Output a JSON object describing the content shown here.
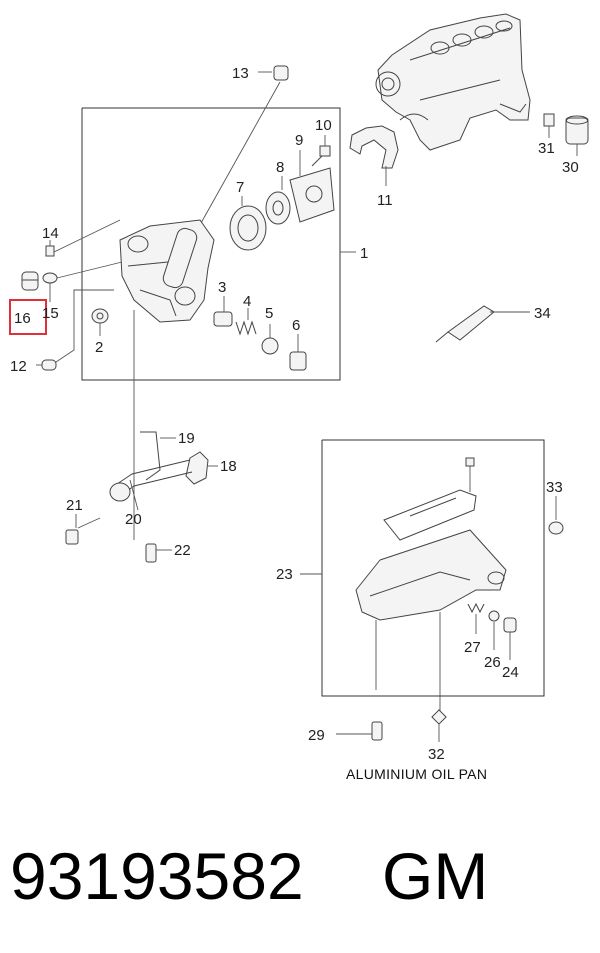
{
  "diagram": {
    "callouts": {
      "c1": "1",
      "c2": "2",
      "c3": "3",
      "c4": "4",
      "c5": "5",
      "c6": "6",
      "c7": "7",
      "c8": "8",
      "c9": "9",
      "c10": "10",
      "c11": "11",
      "c12": "12",
      "c13": "13",
      "c14": "14",
      "c15": "15",
      "c16": "16",
      "c18": "18",
      "c19": "19",
      "c20": "20",
      "c21": "21",
      "c22": "22",
      "c23": "23",
      "c24": "24",
      "c26": "26",
      "c27": "27",
      "c29": "29",
      "c30": "30",
      "c31": "31",
      "c32": "32",
      "c33": "33",
      "c34": "34"
    },
    "highlighted_callout": "16",
    "highlight_color": "#e0303a",
    "oil_pan_caption": "ALUMINIUM OIL PAN"
  },
  "footer": {
    "part_number": "93193582",
    "brand": "GM"
  }
}
